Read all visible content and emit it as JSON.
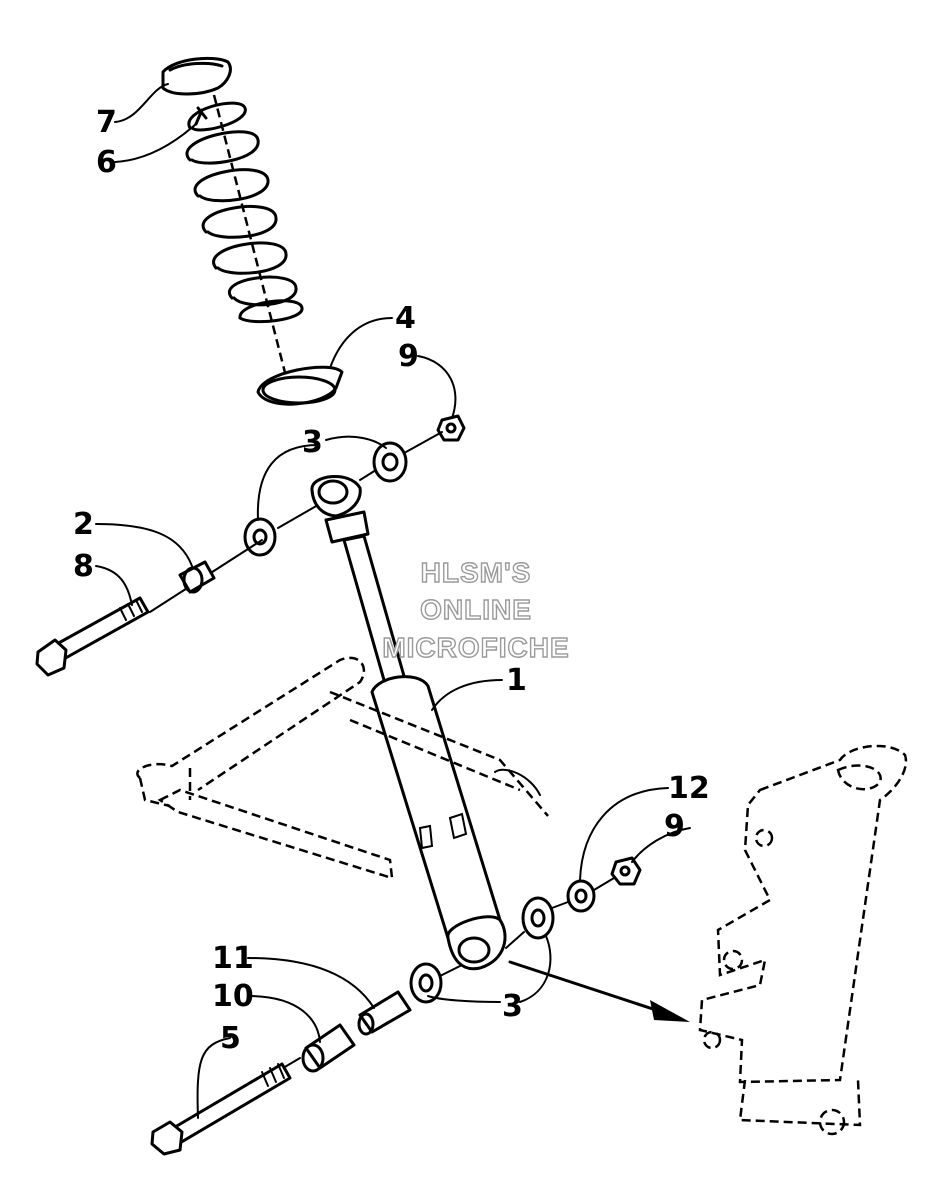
{
  "diagram": {
    "watermark": [
      "HLSM'S",
      "ONLINE",
      "MICROFICHE"
    ],
    "callouts": [
      {
        "label": "7"
      },
      {
        "label": "6"
      },
      {
        "label": "4"
      },
      {
        "label": "9"
      },
      {
        "label": "3"
      },
      {
        "label": "2"
      },
      {
        "label": "8"
      },
      {
        "label": "1"
      },
      {
        "label": "12"
      },
      {
        "label": "9"
      },
      {
        "label": "11"
      },
      {
        "label": "10"
      },
      {
        "label": "5"
      },
      {
        "label": "3"
      }
    ]
  }
}
